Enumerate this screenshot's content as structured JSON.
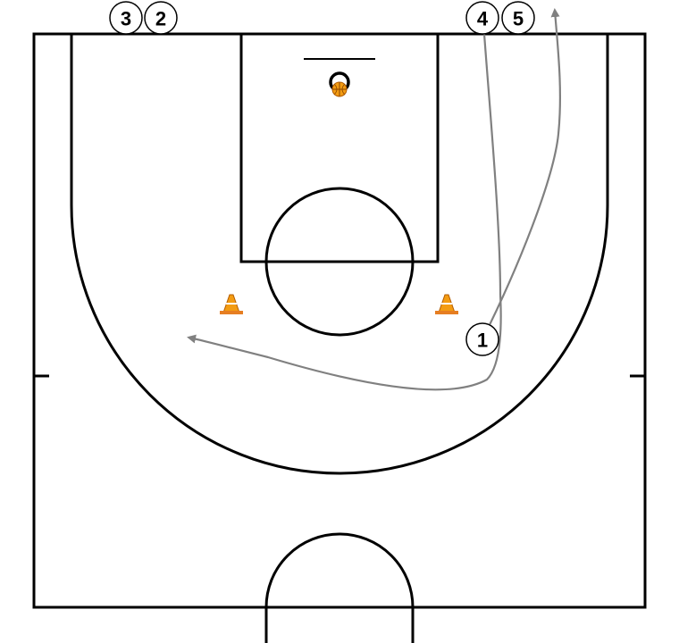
{
  "players": [
    {
      "id": "p3",
      "label": "3"
    },
    {
      "id": "p2",
      "label": "2"
    },
    {
      "id": "p4",
      "label": "4"
    },
    {
      "id": "p5",
      "label": "5"
    },
    {
      "id": "p1",
      "label": "1"
    }
  ],
  "colors": {
    "court_lines": "#000000",
    "movement_path": "#808080",
    "cone": "#f39c12",
    "ball": "#f39c12"
  },
  "icons": [
    "basketball-icon",
    "cone-icon"
  ]
}
